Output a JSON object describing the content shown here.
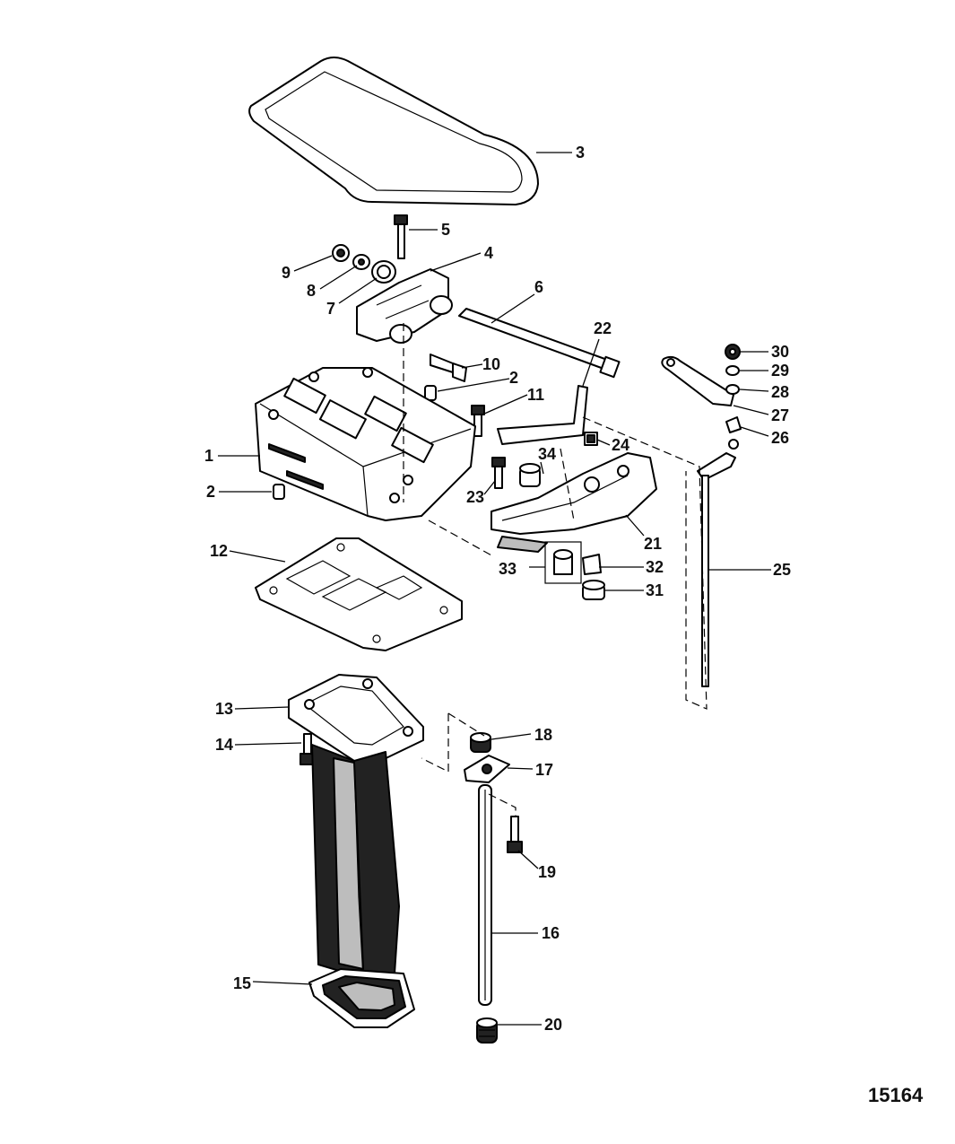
{
  "figure_number": "15164",
  "callouts": {
    "c1": "1",
    "c2a": "2",
    "c2b": "2",
    "c3": "3",
    "c4": "4",
    "c5": "5",
    "c6": "6",
    "c7": "7",
    "c8": "8",
    "c9": "9",
    "c10": "10",
    "c11": "11",
    "c12": "12",
    "c13": "13",
    "c14": "14",
    "c15": "15",
    "c16": "16",
    "c17": "17",
    "c18": "18",
    "c19": "19",
    "c20": "20",
    "c21": "21",
    "c22": "22",
    "c23": "23",
    "c24": "24",
    "c25": "25",
    "c26": "26",
    "c27": "27",
    "c28": "28",
    "c29": "29",
    "c30": "30",
    "c31": "31",
    "c32": "32",
    "c33": "33",
    "c34": "34"
  }
}
